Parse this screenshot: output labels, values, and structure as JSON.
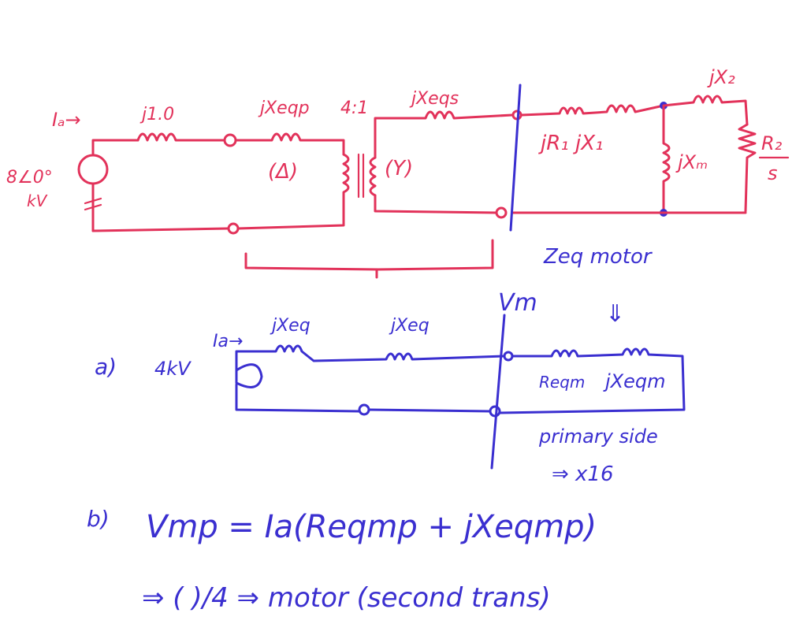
{
  "colors": {
    "red_ink": "#e2325a",
    "blue_ink": "#3a2fd0",
    "background": "#ffffff"
  },
  "top_circuit": {
    "current_label": "Iₐ→",
    "source_label_1": "8∠0°",
    "source_label_2": "kV",
    "line_reactance": "j1.0",
    "xfmr_primary_reactance": "jXeqp",
    "turns_ratio": "4:1",
    "delta_label": "(Δ)",
    "wye_label": "(Y)",
    "xfmr_secondary_reactance": "jXeqs",
    "motor_series_label": "jR₁ jX₁",
    "magnetizing_label": "jXₘ",
    "rotor_reactance": "jX₂",
    "rotor_resistance_num": "R₂",
    "rotor_resistance_den": "s",
    "zeq_label": "Zeq motor"
  },
  "part_a": {
    "label": "a)",
    "source_label": "4kV",
    "current_label": "Ia→",
    "reactance_1": "jXeq",
    "reactance_2": "jXeq",
    "vm_label": "Vm",
    "down_arrow": "⇓",
    "req_label": "Reqm",
    "xeq_label": "jXeqm",
    "primary_side": "primary side",
    "times_16": "⇒ x16"
  },
  "part_b": {
    "label": "b)",
    "equation": "Vmp = Ia(Reqmp + jXeqmp)",
    "followup": "⇒ ( )/4 ⇒ motor (second trans)"
  }
}
